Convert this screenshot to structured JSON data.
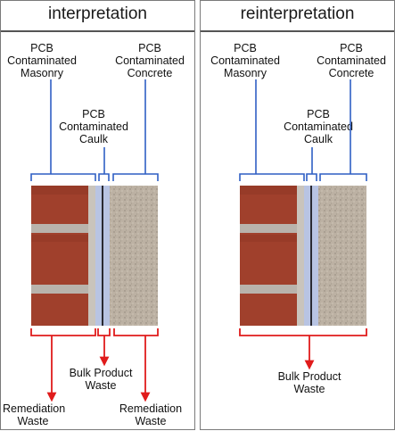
{
  "panels": [
    {
      "title": "interpretation",
      "labels": {
        "masonry": "PCB\nContaminated\nMasonry",
        "concrete": "PCB\nContaminated\nConcrete",
        "caulk": "PCB\nContaminated\nCaulk",
        "bulk": "Bulk Product\nWaste",
        "remediation_left": "Remediation\nWaste",
        "remediation_right": "Remediation\nWaste"
      }
    },
    {
      "title": "reinterpretation",
      "labels": {
        "masonry": "PCB\nContaminated\nMasonry",
        "concrete": "PCB\nContaminated\nConcrete",
        "caulk": "PCB\nContaminated\nCaulk",
        "bulk": "Bulk Product\nWaste"
      }
    }
  ],
  "colors": {
    "bracket_blue": "#2f5fc4",
    "arrow_red": "#e01b1b",
    "brick": "#a0402c",
    "mortar": "#b9b3ac",
    "caulk": "#b8c4e3",
    "concrete": "#b8ada0"
  }
}
